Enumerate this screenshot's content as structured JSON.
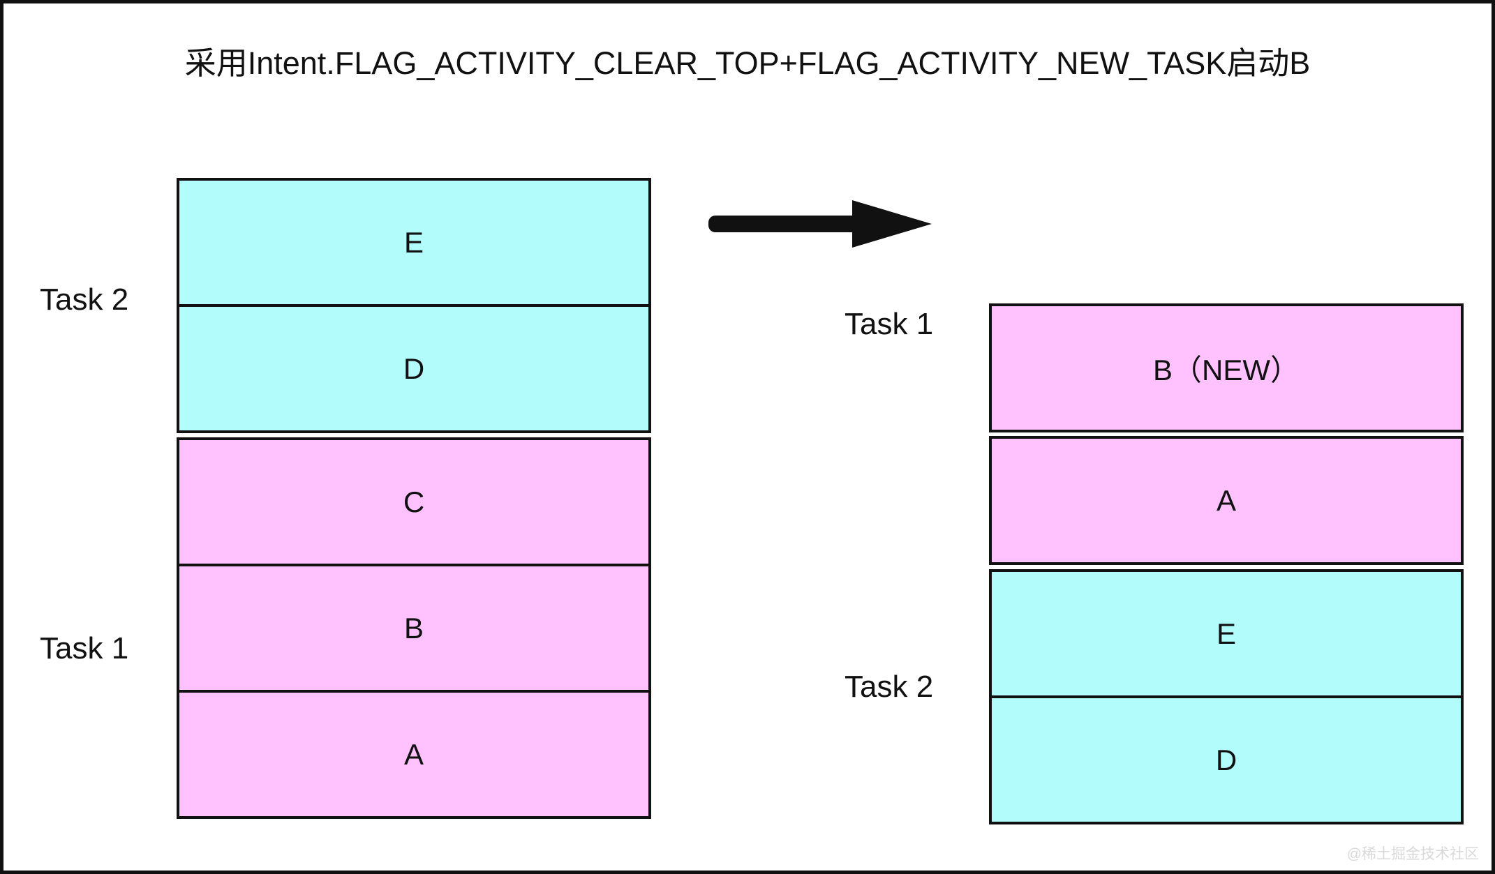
{
  "diagram": {
    "title": "采用Intent.FLAG_ACTIVITY_CLEAR_TOP+FLAG_ACTIVITY_NEW_TASK启动B",
    "colors": {
      "cyan": "#b2fcfc",
      "pink": "#ffc2ff",
      "stroke": "#111111",
      "background": "#ffffff",
      "watermark": "#d9d9d9"
    },
    "arrow": {
      "name": "transition-arrow",
      "direction": "right"
    },
    "before": {
      "name": "before-state",
      "task_labels": [
        {
          "text": "Task 2"
        },
        {
          "text": "Task 1"
        }
      ],
      "boxes": [
        {
          "label": "E",
          "fill": "cyan",
          "task": "Task 2"
        },
        {
          "label": "D",
          "fill": "cyan",
          "task": "Task 2"
        },
        {
          "label": "C",
          "fill": "pink",
          "task": "Task 1"
        },
        {
          "label": "B",
          "fill": "pink",
          "task": "Task 1"
        },
        {
          "label": "A",
          "fill": "pink",
          "task": "Task 1"
        }
      ]
    },
    "after": {
      "name": "after-state",
      "task_labels": [
        {
          "text": "Task 1"
        },
        {
          "text": "Task 2"
        }
      ],
      "boxes": [
        {
          "label": "B（NEW）",
          "fill": "pink",
          "task": "Task 1"
        },
        {
          "label": "A",
          "fill": "pink",
          "task": "Task 1"
        },
        {
          "label": "E",
          "fill": "cyan",
          "task": "Task 2"
        },
        {
          "label": "D",
          "fill": "cyan",
          "task": "Task 2"
        }
      ]
    },
    "watermark": "@稀土掘金技术社区"
  }
}
